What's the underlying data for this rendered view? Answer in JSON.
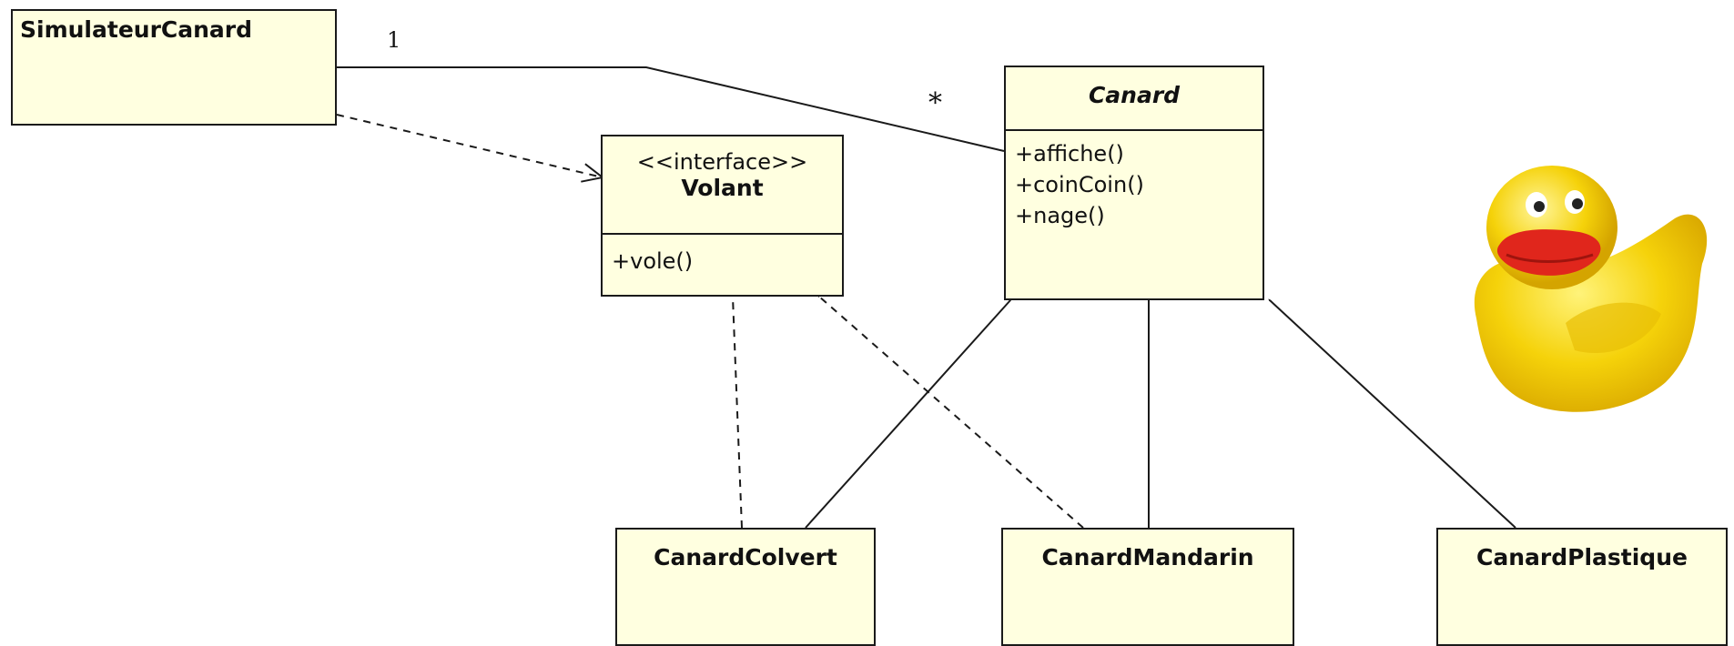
{
  "classes": {
    "simulateur": {
      "name": "SimulateurCanard"
    },
    "volant": {
      "stereotype": "<<interface>>",
      "name": "Volant",
      "operations": [
        "+vole()"
      ]
    },
    "canard": {
      "name": "Canard",
      "operations": [
        "+affiche()",
        "+coinCoin()",
        "+nage()"
      ]
    },
    "colvert": {
      "name": "CanardColvert"
    },
    "mandarin": {
      "name": "CanardMandarin"
    },
    "plastique": {
      "name": "CanardPlastique"
    }
  },
  "association": {
    "source_multiplicity": "1",
    "target_multiplicity": "*"
  },
  "colors": {
    "class_fill": "#ffffe0",
    "line": "#1a1a1a",
    "duck_body": "#f5d20a",
    "duck_beak": "#e0261c"
  },
  "illustration": {
    "icon": "rubber-duck-icon"
  }
}
